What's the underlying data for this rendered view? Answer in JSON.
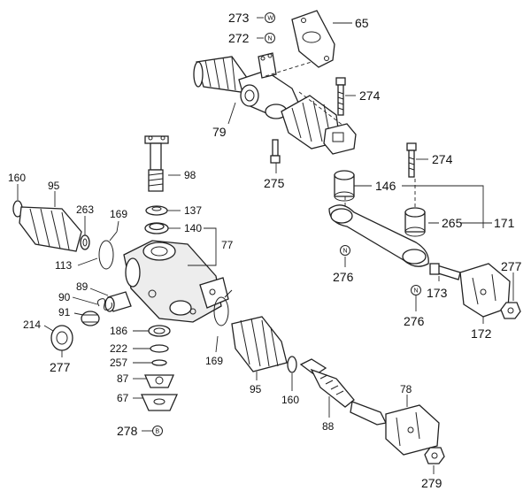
{
  "callouts": {
    "c65": "65",
    "c273": "273",
    "c272": "272",
    "c274a": "274",
    "c274b": "274",
    "c79": "79",
    "c275": "275",
    "c146": "146",
    "c265": "265",
    "c171": "171",
    "c276a": "276",
    "c276b": "276",
    "c277a": "277",
    "c277b": "277",
    "c173": "173",
    "c172": "172",
    "c160a": "160",
    "c160b": "160",
    "c95a": "95",
    "c95b": "95",
    "c98": "98",
    "c263": "263",
    "c169a": "169",
    "c169b": "169",
    "c137": "137",
    "c140": "140",
    "c77": "77",
    "c113": "113",
    "c89": "89",
    "c90": "90",
    "c91": "91",
    "c214": "214",
    "c186": "186",
    "c222": "222",
    "c257": "257",
    "c87": "87",
    "c67": "67",
    "c278": "278",
    "c88": "88",
    "c78": "78",
    "c279": "279"
  },
  "symbols": {
    "w": "W",
    "n": "N",
    "b": "B"
  }
}
